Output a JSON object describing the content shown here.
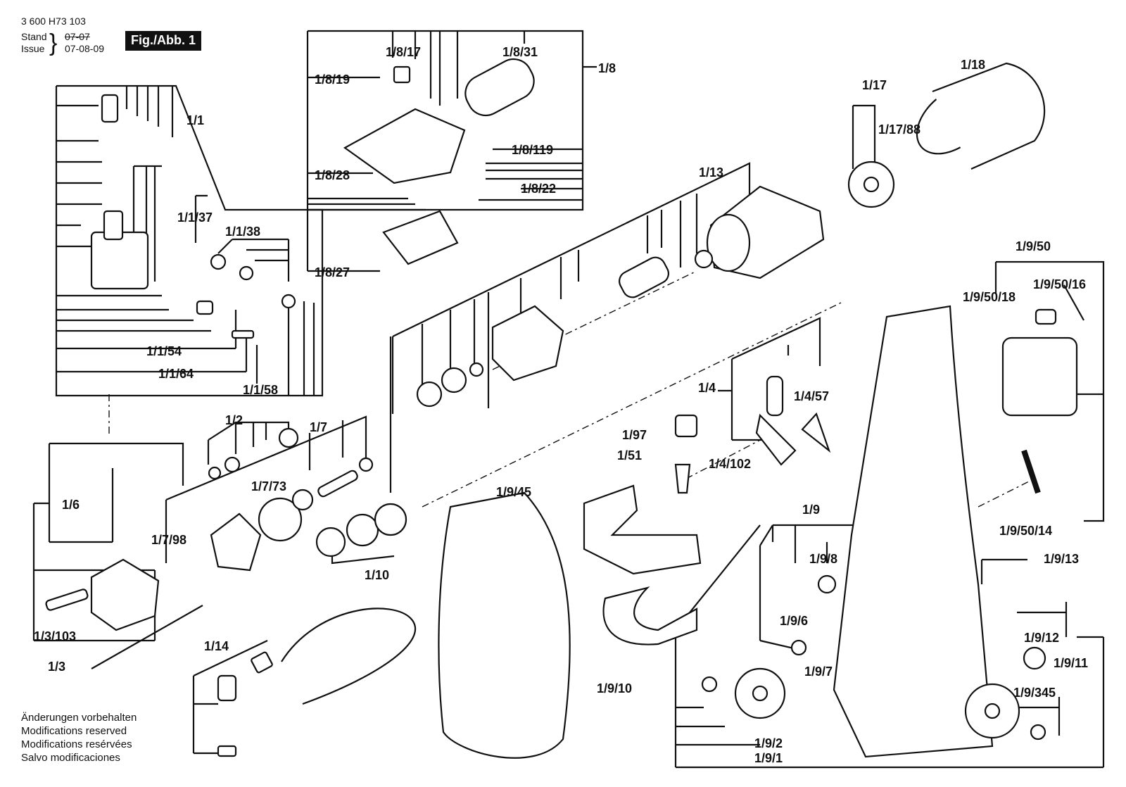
{
  "header": {
    "doc_number": "3 600 H73 103",
    "stand_label": "Stand",
    "issue_label": "Issue",
    "stand_date_struck": "07-07",
    "issue_date": "07-08-09",
    "figure_label": "Fig./Abb. 1"
  },
  "footnote": {
    "lines": [
      "Änderungen vorbehalten",
      "Modifications reserved",
      "Modifications resérvées",
      "Salvo modificaciones"
    ]
  },
  "callouts": {
    "c1_1": "1/1",
    "c1_1_37": "1/1/37",
    "c1_1_38": "1/1/38",
    "c1_1_54": "1/1/54",
    "c1_1_64": "1/1/64",
    "c1_1_58": "1/1/58",
    "c1_8_17": "1/8/17",
    "c1_8_31": "1/8/31",
    "c1_8": "1/8",
    "c1_8_19": "1/8/19",
    "c1_8_119": "1/8/119",
    "c1_8_28": "1/8/28",
    "c1_8_22": "1/8/22",
    "c1_8_27": "1/8/27",
    "c1_18": "1/18",
    "c1_17": "1/17",
    "c1_17_88": "1/17/88",
    "c1_13": "1/13",
    "c1_9_50": "1/9/50",
    "c1_9_50_18": "1/9/50/18",
    "c1_9_50_16": "1/9/50/16",
    "c1_4": "1/4",
    "c1_4_57": "1/4/57",
    "c1_97": "1/97",
    "c1_51": "1/51",
    "c1_4_102": "1/4/102",
    "c1_2": "1/2",
    "c1_7": "1/7",
    "c1_6": "1/6",
    "c1_7_73": "1/7/73",
    "c1_7_98": "1/7/98",
    "c1_10": "1/10",
    "c1_3_103": "1/3/103",
    "c1_3": "1/3",
    "c1_9_45": "1/9/45",
    "c1_9_50_14": "1/9/50/14",
    "c1_9": "1/9",
    "c1_9_13": "1/9/13",
    "c1_9_8": "1/9/8",
    "c1_9_6": "1/9/6",
    "c1_9_12": "1/9/12",
    "c1_9_11": "1/9/11",
    "c1_9_7": "1/9/7",
    "c1_9_10": "1/9/10",
    "c1_9_345": "1/9/345",
    "c1_9_2": "1/9/2",
    "c1_9_1": "1/9/1",
    "c1_14": "1/14"
  }
}
